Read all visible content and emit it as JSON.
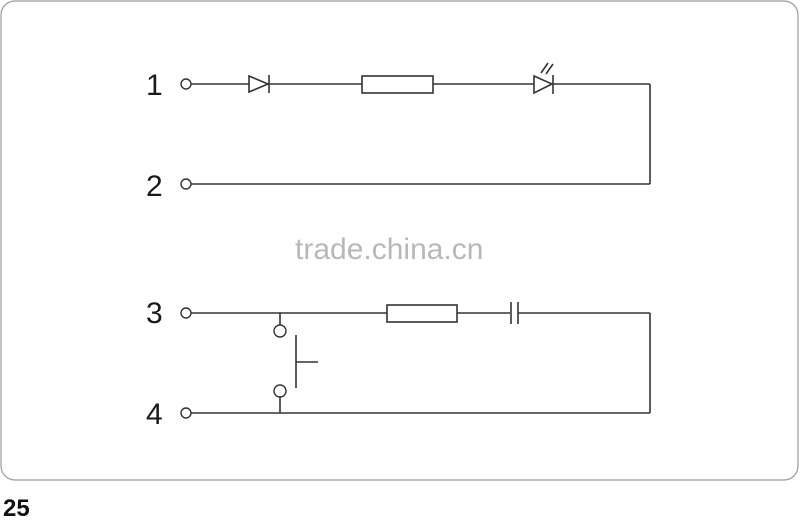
{
  "terminals": [
    {
      "id": "t1",
      "label": "1"
    },
    {
      "id": "t2",
      "label": "2"
    },
    {
      "id": "t3",
      "label": "3"
    },
    {
      "id": "t4",
      "label": "4"
    }
  ],
  "watermark": "trade.china.cn",
  "page_number": "25",
  "colors": {
    "line": "#333333",
    "panel_border": "#9a9a9a",
    "watermark": "#b8b8b8"
  },
  "components": [
    "diode",
    "resistor",
    "led",
    "resistor",
    "capacitor",
    "push-button-switch"
  ]
}
